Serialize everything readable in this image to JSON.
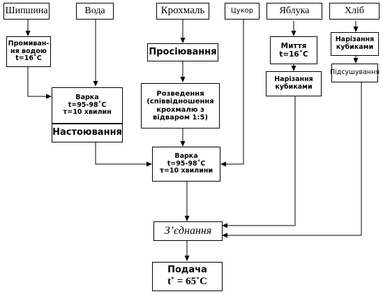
{
  "ingredients": {
    "rosehip": "Шипшина",
    "water": "Вода",
    "starch": "Крохмаль",
    "sugar": "Цукор",
    "apples": "Яблука",
    "bread": "Хліб"
  },
  "steps": {
    "rinse": [
      "Промиван-",
      "ня водою",
      "t=16˚С"
    ],
    "boil1": [
      "Варка",
      "t=95-98˚С",
      "τ=10 хвилин"
    ],
    "infuse": "Настоювання",
    "sift": "Просіювання",
    "dilute": [
      "Розведення",
      "(співвідношення",
      "крохмалю з",
      "відваром 1:5)"
    ],
    "boil2": [
      "Варка",
      "t=95-98˚С",
      "τ=10 хвилини"
    ],
    "wash": [
      "Миття",
      "t=16˚С"
    ],
    "cut_apples": [
      "Нарізання",
      "кубиками"
    ],
    "cut_bread": [
      "Нарізання",
      "кубиками"
    ],
    "dry": "Підсушування",
    "combine": "З’єднання",
    "serve": [
      "Подача",
      "t˚ = 65˚С"
    ]
  },
  "colors": {
    "line": "#000000",
    "box_border": "#000000",
    "background": "#ffffff"
  }
}
